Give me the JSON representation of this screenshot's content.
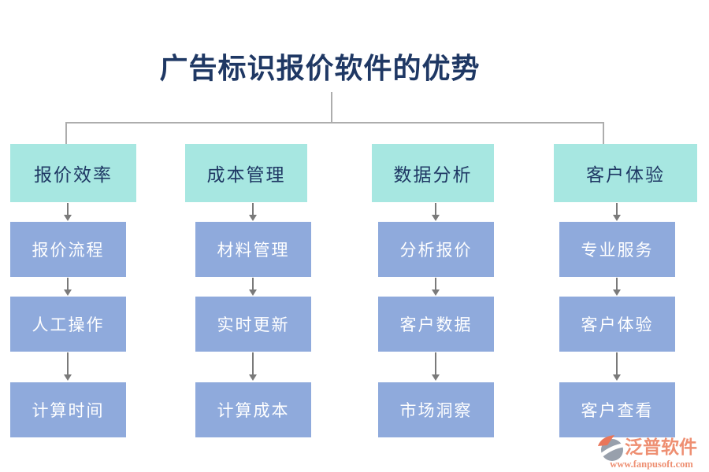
{
  "title": "广告标识报价软件的优势",
  "columns": [
    {
      "header": "报价效率",
      "items": [
        "报价流程",
        "人工操作",
        "计算时间"
      ]
    },
    {
      "header": "成本管理",
      "items": [
        "材料管理",
        "实时更新",
        "计算成本"
      ]
    },
    {
      "header": "数据分析",
      "items": [
        "分析报价",
        "客户数据",
        "市场洞察"
      ]
    },
    {
      "header": "客户体验",
      "items": [
        "专业服务",
        "客户体验",
        "客户查看"
      ]
    }
  ],
  "watermark": {
    "brand": "泛普软件",
    "url": "www.fanpusoft.com"
  },
  "colors": {
    "title-text": "#1f3864",
    "header-fill": "#a7e7e1",
    "header-text": "#1f3864",
    "item-fill": "#8faadc",
    "item-text": "#ffffff",
    "connector": "#adadad",
    "arrow": "#7a7a7a",
    "watermark-text": "#ee8f72"
  }
}
